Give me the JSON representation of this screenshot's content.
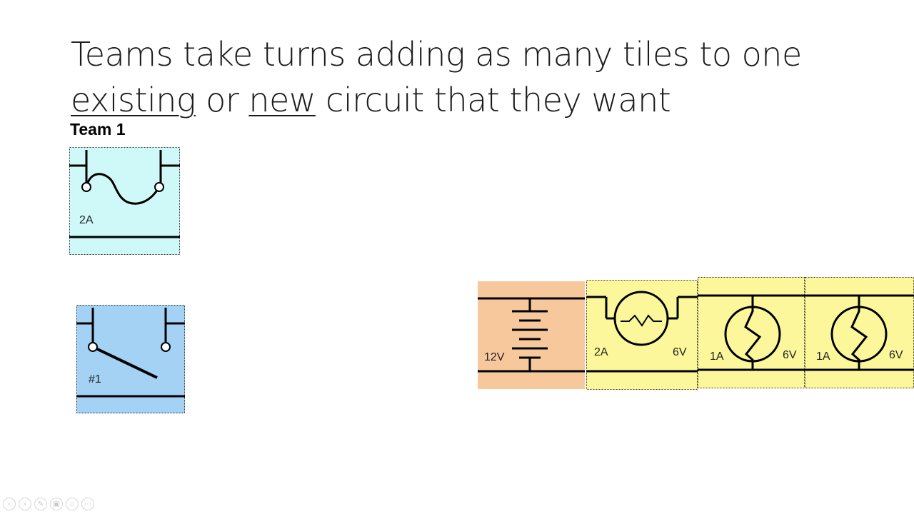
{
  "slide": {
    "title_line1": "Teams take turns adding as many tiles to one",
    "title_existing": "existing",
    "title_or": " or ",
    "title_new": "new",
    "title_rest": " circuit that they want",
    "team_label": "Team 1"
  },
  "tiles": {
    "fuse_2a": {
      "label": "2A",
      "color": "#cff8f8",
      "icon": "fuse-icon"
    },
    "switch_1": {
      "label": "#1",
      "color": "#a3d2f5",
      "icon": "switch-icon"
    },
    "battery_12v": {
      "label": "12V",
      "color": "#f8c89d",
      "icon": "battery-icon"
    },
    "resistor_2a_6v": {
      "label_a": "2A",
      "label_v": "6V",
      "color": "#fcf79a",
      "icon": "resistor-icon"
    },
    "bulb_1": {
      "label_a": "1A",
      "label_v": "6V",
      "color": "#fcf79a",
      "icon": "bulb-icon"
    },
    "bulb_2": {
      "label_a": "1A",
      "label_v": "6V",
      "color": "#fcf79a",
      "icon": "bulb-icon"
    }
  },
  "toolbar": {
    "prev": "‹",
    "next": "›",
    "pen": "✎",
    "slides": "▣",
    "zoom": "⌕",
    "more": "⋯"
  }
}
